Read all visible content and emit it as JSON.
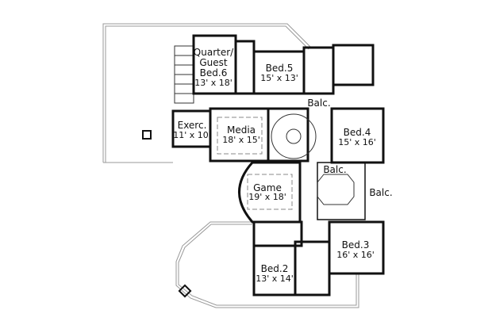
{
  "rooms": [
    {
      "id": "bed6",
      "lines": [
        "Quarter/",
        "Guest",
        "Bed.6"
      ],
      "size": "13' x 18'"
    },
    {
      "id": "bed5",
      "lines": [
        "Bed.5"
      ],
      "size": "15' x 13'"
    },
    {
      "id": "exerc",
      "lines": [
        "Exerc."
      ],
      "size": "11' x 10'"
    },
    {
      "id": "media",
      "lines": [
        "Media"
      ],
      "size": "18' x 15'"
    },
    {
      "id": "bed4",
      "lines": [
        "Bed.4"
      ],
      "size": "15' x 16'"
    },
    {
      "id": "game",
      "lines": [
        "Game"
      ],
      "size": "19' x 18'"
    },
    {
      "id": "bed3",
      "lines": [
        "Bed.3"
      ],
      "size": "16' x 16'"
    },
    {
      "id": "bed2",
      "lines": [
        "Bed.2"
      ],
      "size": "13' x 14'"
    }
  ],
  "balconies": [
    "Balc.",
    "Balc.",
    "Balc."
  ]
}
